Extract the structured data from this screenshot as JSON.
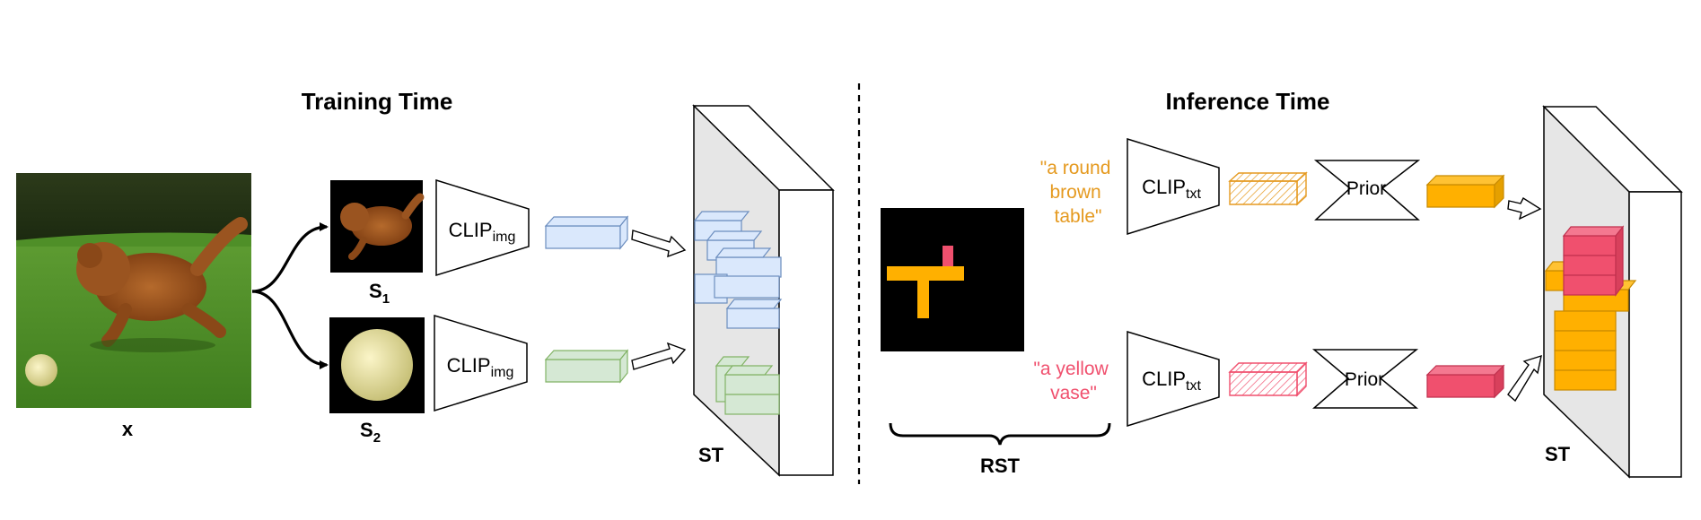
{
  "training": {
    "title": "Training Time",
    "image_label": "x",
    "segment1": {
      "base": "S",
      "sub": "1"
    },
    "segment2": {
      "base": "S",
      "sub": "2"
    },
    "encoder1": {
      "base": "CLIP",
      "sub": "img"
    },
    "encoder2": {
      "base": "CLIP",
      "sub": "img"
    },
    "volume_label": "ST",
    "colors": {
      "blue": "#dae8fc",
      "blue_stroke": "#6c8ebf",
      "green": "#d5e8d4",
      "green_stroke": "#82b366"
    }
  },
  "inference": {
    "title": "Inference Time",
    "prompt1": [
      "\"a round",
      "brown",
      "table\""
    ],
    "prompt2": [
      "\"a yellow",
      "vase\""
    ],
    "encoder1": {
      "base": "CLIP",
      "sub": "txt"
    },
    "encoder2": {
      "base": "CLIP",
      "sub": "txt"
    },
    "prior1": "Prior",
    "prior2": "Prior",
    "layout_label": "RST",
    "volume_label": "ST",
    "colors": {
      "orange": "#ffb000",
      "orange_stroke": "#d79b00",
      "pink": "#f0506e",
      "pink_stroke": "#c0304e"
    }
  }
}
